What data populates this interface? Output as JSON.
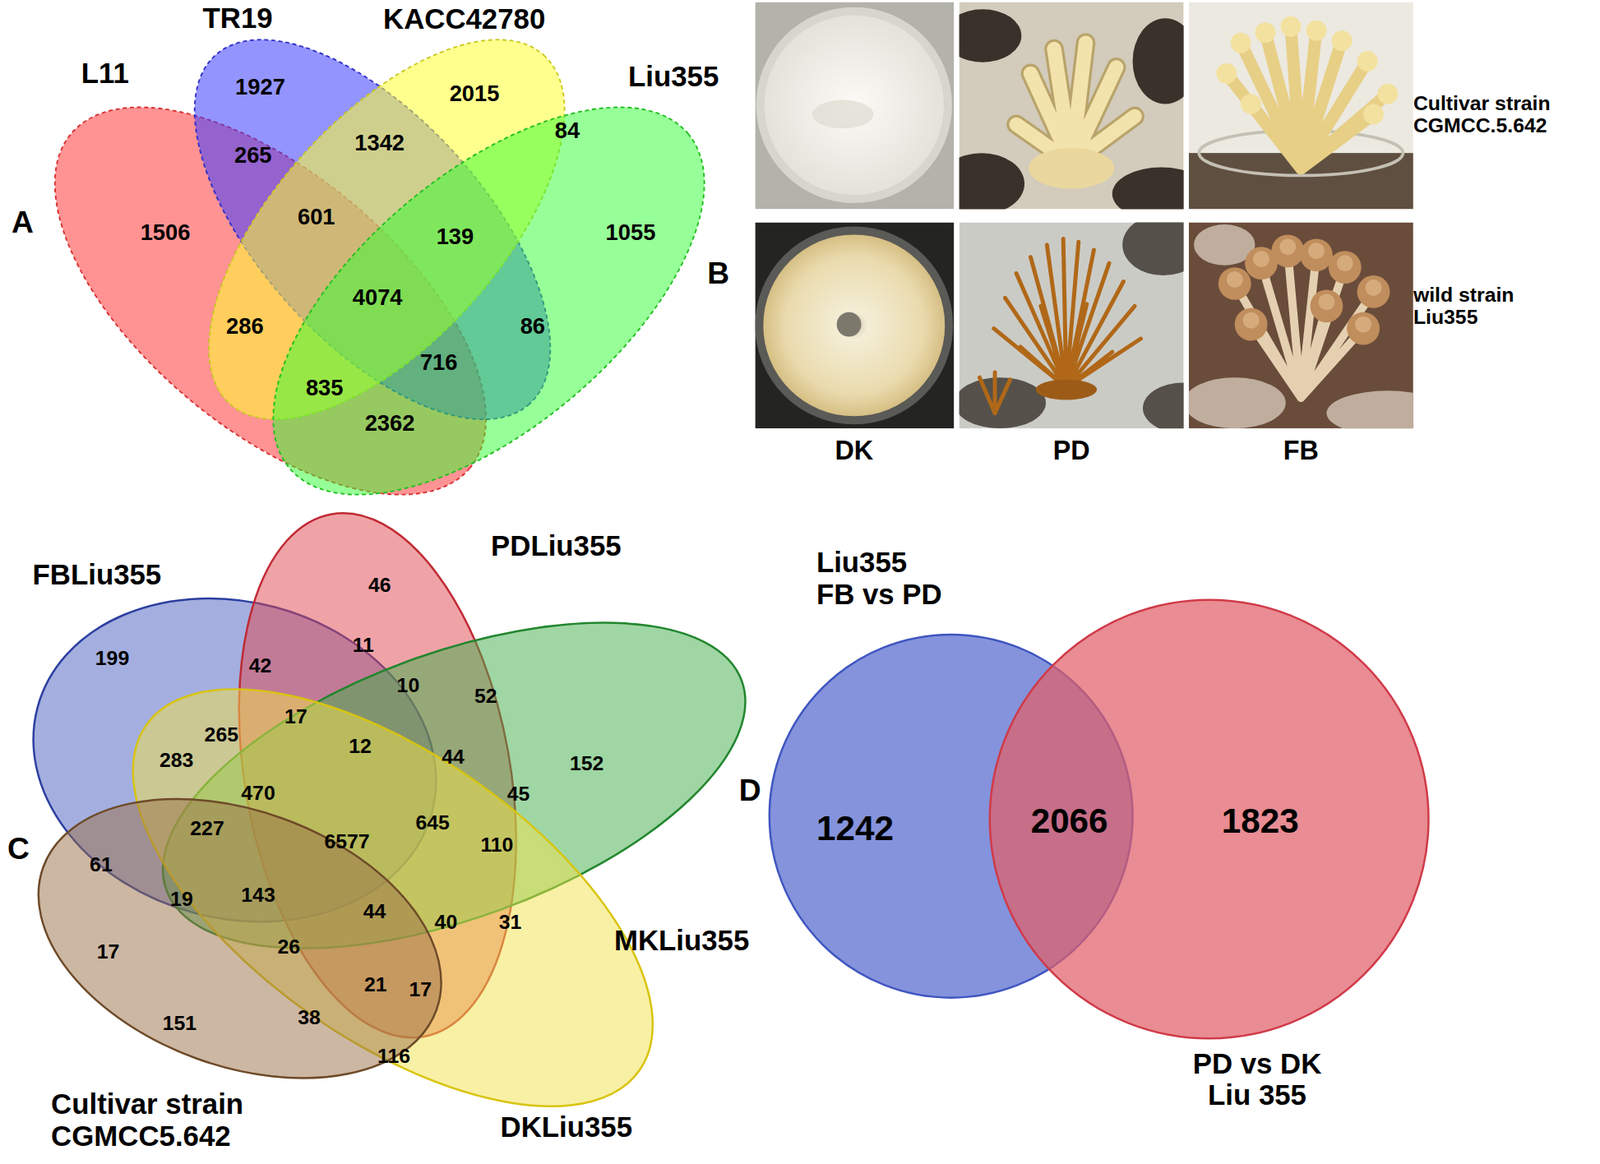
{
  "diagram": {
    "labels": [
      "A",
      "L11",
      "TR19",
      "KACC42780",
      "Liu355",
      "1927",
      "2015",
      "1342",
      "84",
      "265",
      "601",
      "139",
      "1506",
      "1055",
      "4074",
      "286",
      "86",
      "835",
      "716",
      "2362",
      "B",
      "Cultivar strain CGMCC.5.642",
      "wild strain Liu355",
      "DK",
      "PD",
      "FB",
      "C",
      "FBLiu355",
      "PDLiu355",
      "MKLiu355",
      "DKLiu355",
      "Cultivar strain CGMCC5.642",
      "46",
      "199",
      "42",
      "11",
      "10",
      "52",
      "152",
      "17",
      "265",
      "283",
      "12",
      "44",
      "45",
      "470",
      "6577",
      "645",
      "110",
      "227",
      "61",
      "143",
      "44",
      "40",
      "31",
      "19",
      "17",
      "26",
      "21",
      "17",
      "151",
      "38",
      "116",
      "D",
      "1242",
      "2066",
      "1823",
      "Liu355 FB vs PD",
      "PD vs DK Liu 355"
    ]
  }
}
